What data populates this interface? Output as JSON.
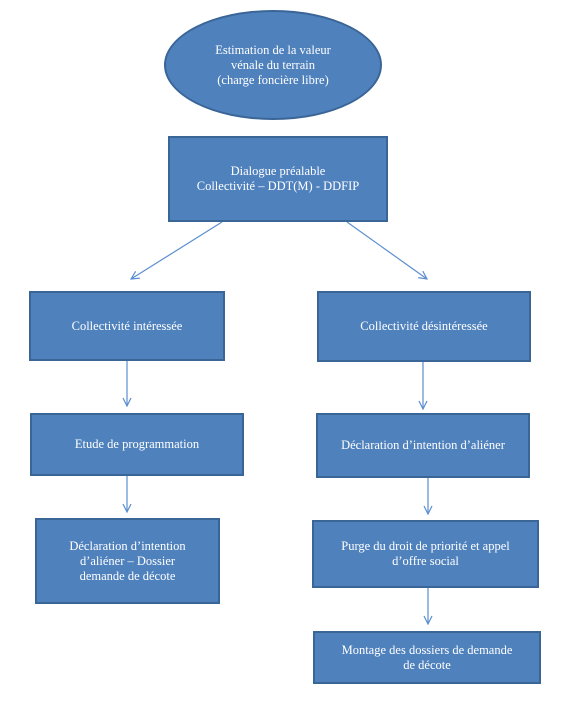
{
  "diagram": {
    "colors": {
      "box_fill": "#4f81bd",
      "box_border": "#3a6597",
      "arrow": "#5b8ed0",
      "text": "#ffffff"
    },
    "nodes": {
      "start": "Estimation de la valeur\nvénale du terrain\n(charge foncière libre)",
      "dialogue": "Dialogue préalable\nCollectivité  – DDT(M) - DDFIP",
      "interested": "Collectivité  intéressée",
      "disinterested": "Collectivité  désintéressée",
      "programming_study": "Etude de programmation",
      "dia_right": "Déclaration  d’intention  d’aliéner",
      "dia_left": "Déclaration  d’intention\nd’aliéner – Dossier\ndemande de décote",
      "purge": "Purge du droit de priorité et appel\nd’offre social",
      "montage": "Montage des dossiers de demande\nde décote"
    }
  }
}
